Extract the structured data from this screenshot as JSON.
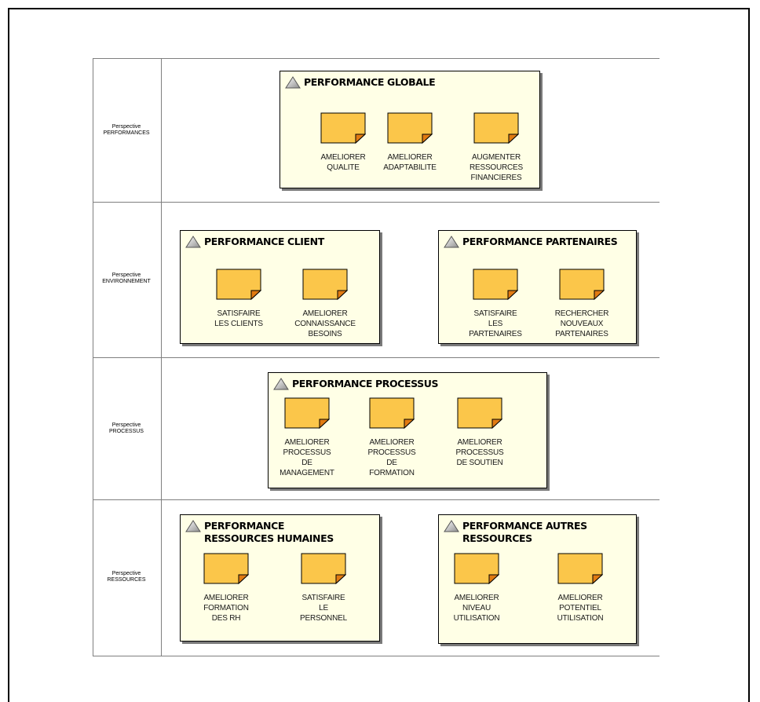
{
  "lanes": [
    {
      "line1": "Perspective",
      "line2": "PERFORMANCES"
    },
    {
      "line1": "Perspective",
      "line2": "ENVIRONNEMENT"
    },
    {
      "line1": "Perspective",
      "line2": "PROCESSUS"
    },
    {
      "line1": "Perspective",
      "line2": "RESSOURCES"
    }
  ],
  "groups": {
    "globale": {
      "title": "PERFORMANCE GLOBALE",
      "objectives": [
        "AMELIORER\nQUALITE",
        "AMELIORER\nADAPTABILITE",
        "AUGMENTER\nRESSOURCES\nFINANCIERES"
      ]
    },
    "client": {
      "title": "PERFORMANCE CLIENT",
      "objectives": [
        "SATISFAIRE\nLES CLIENTS",
        "AMELIORER\nCONNAISSANCE\nBESOINS"
      ]
    },
    "partenaires": {
      "title": "PERFORMANCE PARTENAIRES",
      "objectives": [
        "SATISFAIRE\nLES\nPARTENAIRES",
        "RECHERCHER\nNOUVEAUX\nPARTENAIRES"
      ]
    },
    "processus": {
      "title": "PERFORMANCE PROCESSUS",
      "objectives": [
        "AMELIORER\nPROCESSUS\nDE\nMANAGEMENT",
        "AMELIORER\nPROCESSUS\nDE\nFORMATION",
        "AMELIORER\nPROCESSUS\nDE SOUTIEN"
      ]
    },
    "rh": {
      "title": "PERFORMANCE\nRESSOURCES HUMAINES",
      "objectives": [
        "AMELIORER\nFORMATION\nDES RH",
        "SATISFAIRE\nLE\nPERSONNEL"
      ]
    },
    "autres": {
      "title": "PERFORMANCE AUTRES\nRESSOURCES",
      "objectives": [
        "AMELIORER\nNIVEAU\nUTILISATION",
        "AMELIORER\nPOTENTIEL\nUTILISATION"
      ]
    }
  },
  "colors": {
    "note_fill": "#fbc64a",
    "note_stroke": "#000000",
    "note_fold": "#e07a12",
    "group_fill": "#ffffe6"
  }
}
